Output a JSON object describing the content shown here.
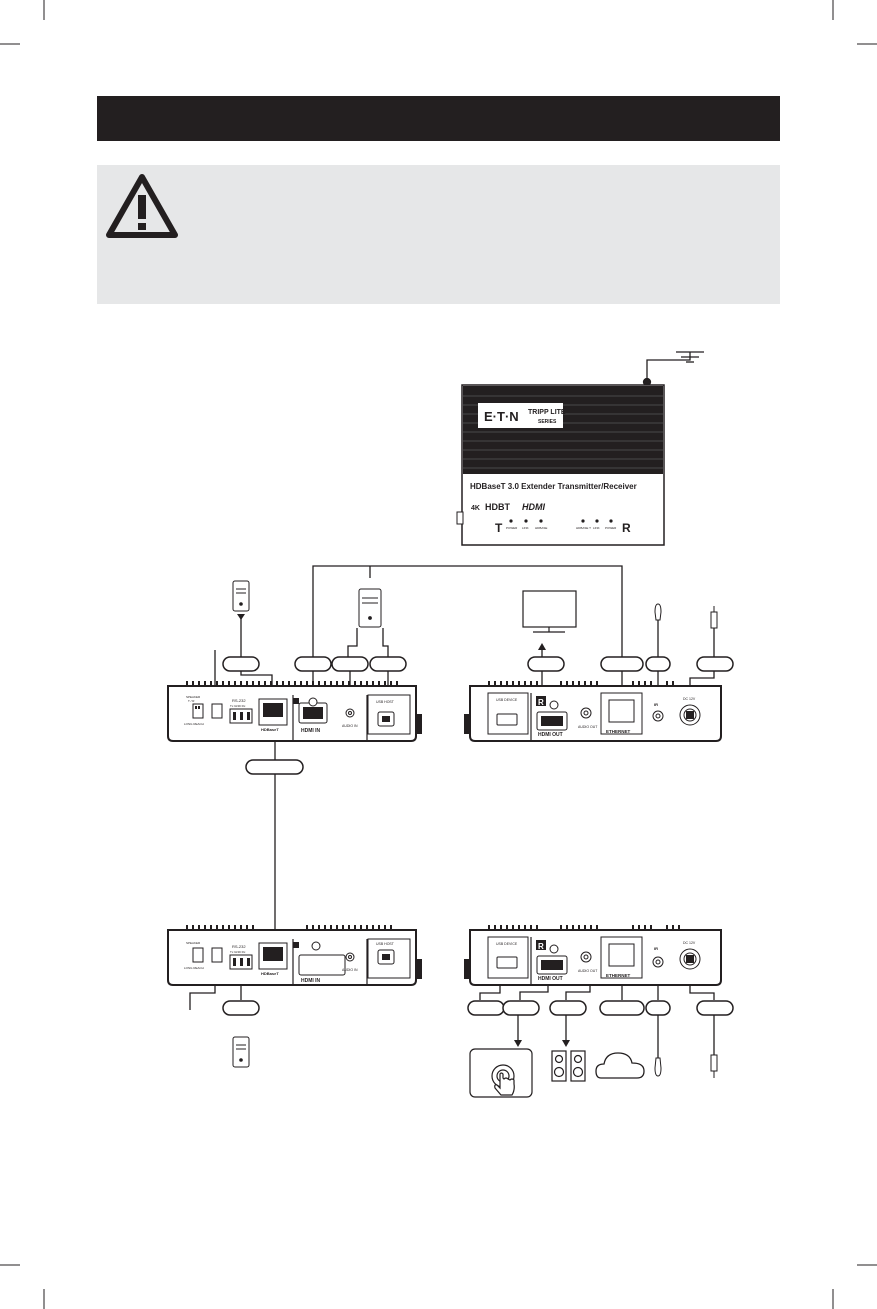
{
  "product": {
    "brand": "E·T·N",
    "series_line1": "TRIPP LITE",
    "series_line2": "SERIES",
    "title": "HDBaseT 3.0 Extender Transmitter/Receiver",
    "logo_4k": "4K",
    "logo_hdbt": "HDBT",
    "logo_hdmi": "HDMI",
    "tx_letter": "T",
    "rx_letter": "R",
    "tx_leds": [
      "POWER",
      "LINK",
      "HDBASE"
    ],
    "rx_leds": [
      "HDBASE T",
      "LINK",
      "POWER"
    ]
  },
  "tx_labels": {
    "dip": "T / R",
    "dip2": "SPEAKER",
    "dip3": "LONG REACH",
    "rs232": "RS-232",
    "rs232_pins": "Tx GND Rx",
    "hdbaset": "HDBaseT",
    "hdmi_in": "HDMI IN",
    "audio_in": "AUDIO IN",
    "usb_host": "USB HOST"
  },
  "rx_labels": {
    "usb_device": "USB DEVICE",
    "r_badge": "R",
    "hdmi_out": "HDMI OUT",
    "audio_out": "AUDIO OUT",
    "ethernet": "ETHERNET",
    "ir": "IR",
    "dc": "DC 12V"
  }
}
